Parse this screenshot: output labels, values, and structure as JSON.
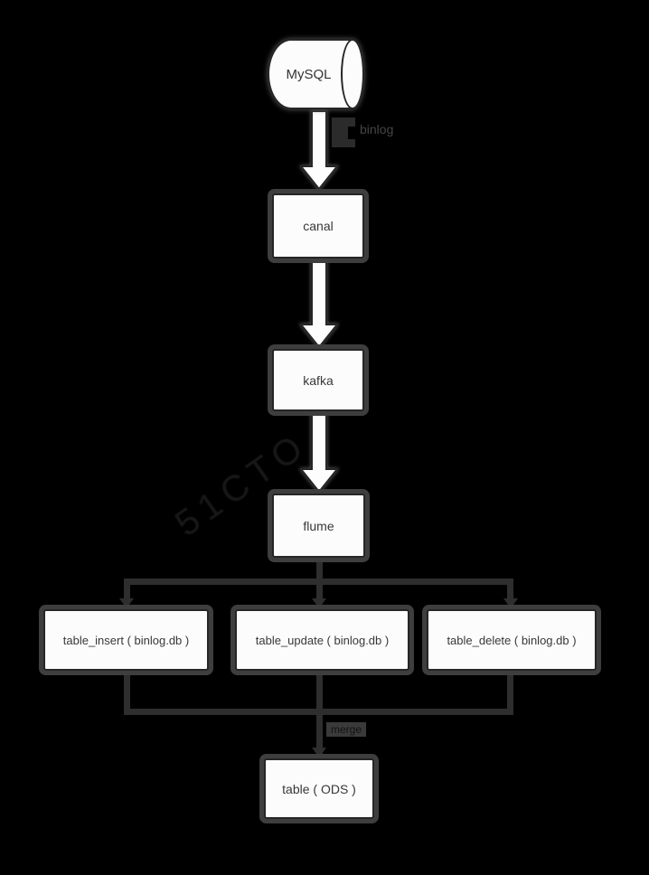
{
  "diagram": {
    "title_hint": "MySQL binlog sync pipeline flowchart",
    "nodes": {
      "mysql": {
        "label": "MySQL",
        "shape": "cylinder"
      },
      "canal": {
        "label": "canal",
        "shape": "rect"
      },
      "kafka": {
        "label": "kafka",
        "shape": "rect"
      },
      "flume": {
        "label": "flume",
        "shape": "rect"
      },
      "table_insert": {
        "label": "table_insert ( binlog.db )",
        "shape": "rect"
      },
      "table_update": {
        "label": "table_update ( binlog.db )",
        "shape": "rect"
      },
      "table_delete": {
        "label": "table_delete ( binlog.db )",
        "shape": "rect"
      },
      "table_ods": {
        "label": "table ( ODS )",
        "shape": "rect"
      }
    },
    "edge_labels": {
      "binlog": "binlog",
      "merge": "merge"
    },
    "edges": [
      {
        "from": "MySQL",
        "to": "canal",
        "label": "binlog"
      },
      {
        "from": "canal",
        "to": "kafka"
      },
      {
        "from": "kafka",
        "to": "flume"
      },
      {
        "from": "flume",
        "to": "table_insert ( binlog.db )"
      },
      {
        "from": "flume",
        "to": "table_update ( binlog.db )"
      },
      {
        "from": "flume",
        "to": "table_delete ( binlog.db )"
      },
      {
        "from": "table_insert ( binlog.db )",
        "to": "table ( ODS )",
        "label": "merge"
      },
      {
        "from": "table_update ( binlog.db )",
        "to": "table ( ODS )",
        "label": "merge"
      },
      {
        "from": "table_delete ( binlog.db )",
        "to": "table ( ODS )",
        "label": "merge"
      }
    ],
    "colors": {
      "background": "#000000",
      "node_fill": "#fcfcfc",
      "node_border": "#262626",
      "node_halo": "#3e3e3e",
      "connector": "#2e2e2e",
      "node_text": "#383838",
      "edge_label_text": "#454545"
    },
    "watermark": "51CTO"
  }
}
